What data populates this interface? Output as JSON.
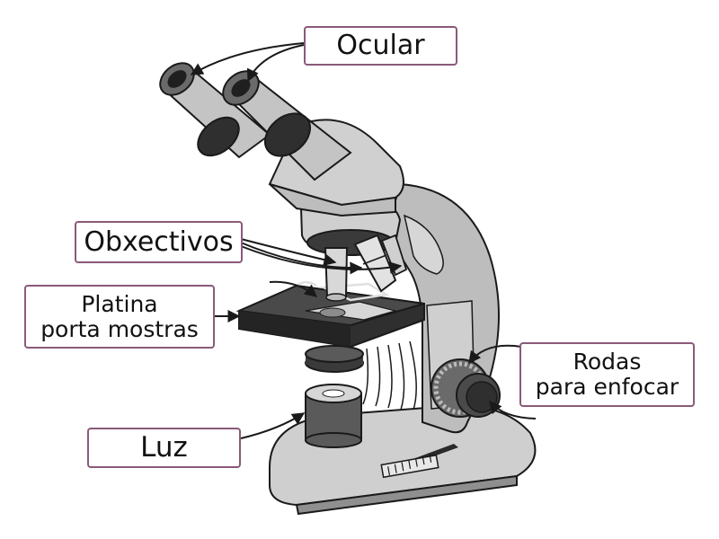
{
  "labels": {
    "ocular": "Ocular",
    "obxectivos": "Obxectivos",
    "platina_line1": "Platina",
    "platina_line2": "porta mostras",
    "rodas_line1": "Rodas",
    "rodas_line2": "para enfocar",
    "luz": "Luz"
  },
  "colors": {
    "label_border": "#8a5a78",
    "body_fill": "#c9c9c9",
    "dark_fill": "#3f3f3f",
    "outline": "#1a1a1a"
  }
}
